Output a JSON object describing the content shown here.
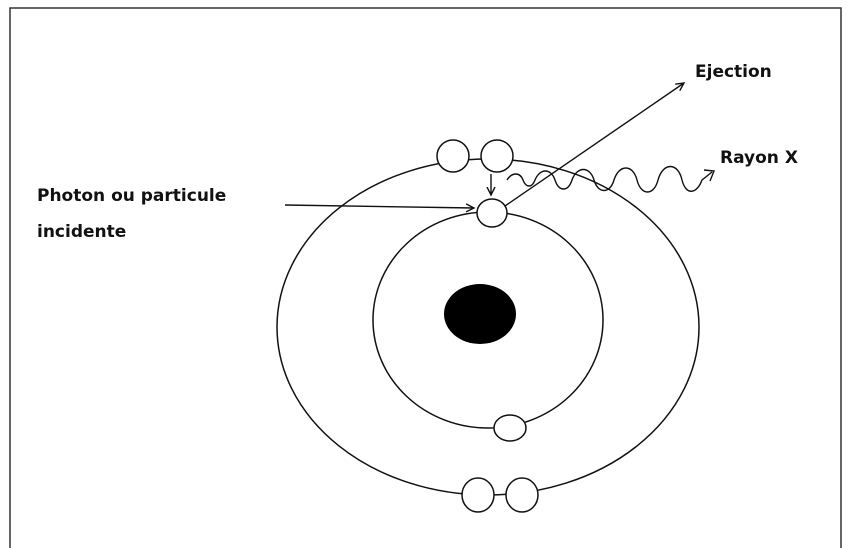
{
  "labels": {
    "ejection": "Ejection",
    "xray": "Rayon X",
    "incident_line1": "Photon ou particule",
    "incident_line2": "incidente"
  },
  "colors": {
    "ink": "#111111",
    "nucleus": "#000000",
    "electron_fill": "#ffffff",
    "background": "#ffffff"
  }
}
